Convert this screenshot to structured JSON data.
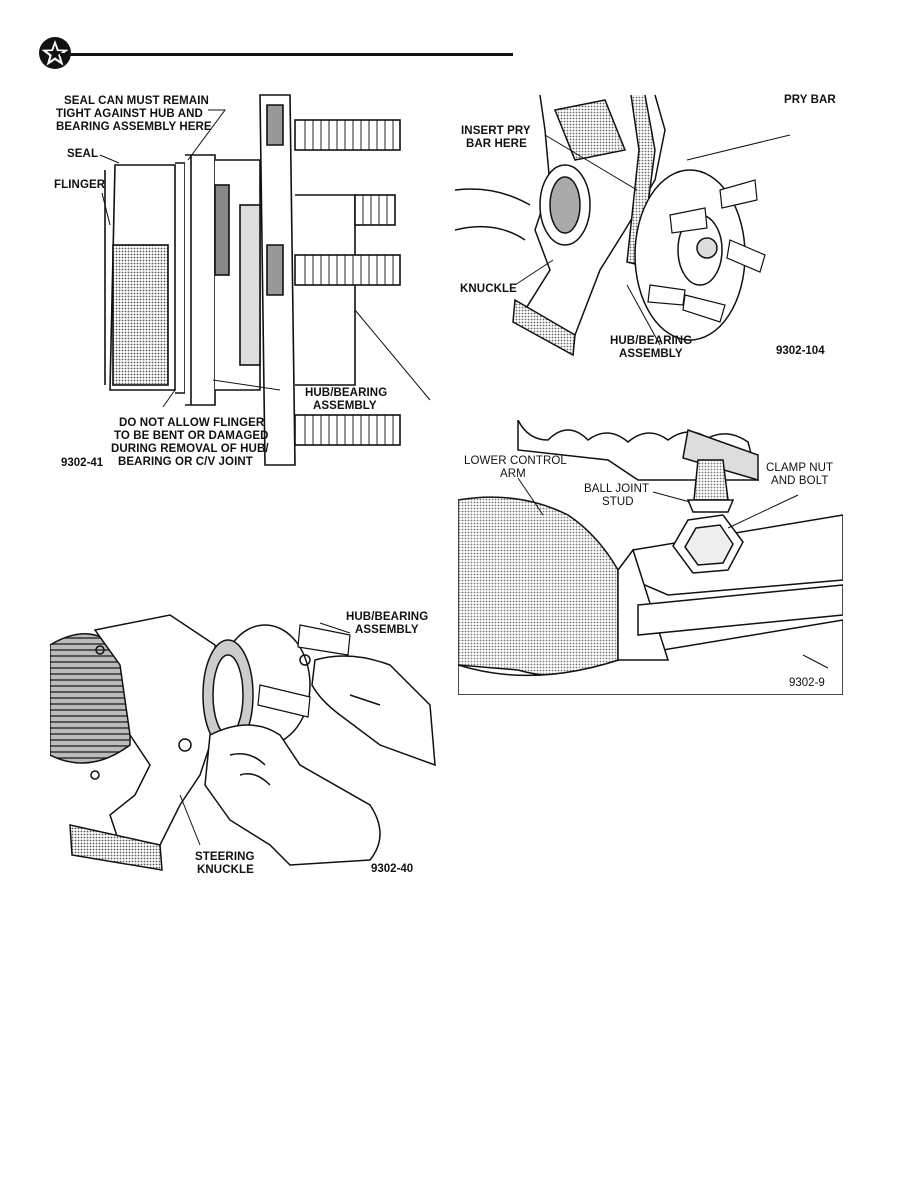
{
  "header": {
    "logo": "pentastar-logo"
  },
  "fig_9302_41": {
    "code": "9302-41",
    "seal_can": [
      "SEAL CAN MUST REMAIN",
      "TIGHT AGAINST HUB AND",
      "BEARING ASSEMBLY HERE"
    ],
    "seal": "SEAL",
    "flinger": "FLINGER",
    "hub_bearing": [
      "HUB/BEARING",
      "ASSEMBLY"
    ],
    "do_not": [
      "DO NOT ALLOW FLINGER",
      "TO BE BENT OR DAMAGED",
      "DURING REMOVAL OF HUB/",
      "BEARING OR C/V JOINT"
    ]
  },
  "fig_9302_104": {
    "code": "9302-104",
    "pry_bar": "PRY BAR",
    "insert": [
      "INSERT PRY",
      "BAR HERE"
    ],
    "knuckle": "KNUCKLE",
    "hub_bearing": [
      "HUB/BEARING",
      "ASSEMBLY"
    ]
  },
  "fig_9302_40": {
    "code": "9302-40",
    "hub_bearing": [
      "HUB/BEARING",
      "ASSEMBLY"
    ],
    "steering_knuckle": [
      "STEERING",
      "KNUCKLE"
    ]
  },
  "fig_9302_9": {
    "code": "9302-9",
    "lower_control_arm": [
      "LOWER CONTROL",
      "ARM"
    ],
    "ball_joint": [
      "BALL JOINT",
      "STUD"
    ],
    "clamp": [
      "CLAMP NUT",
      "AND BOLT"
    ]
  }
}
